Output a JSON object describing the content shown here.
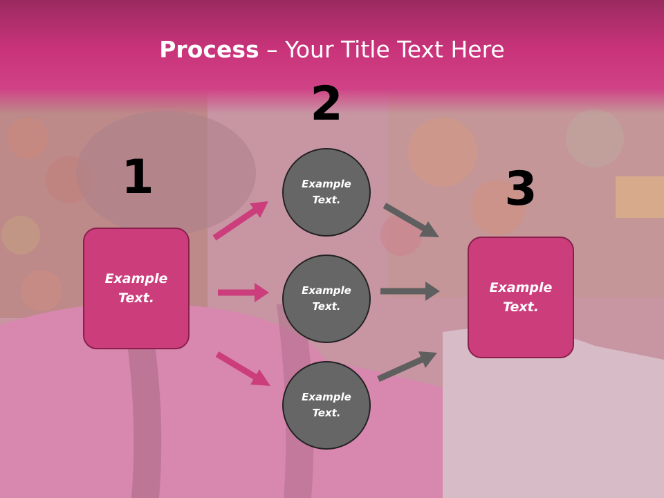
{
  "title": {
    "bold": "Process",
    "rest": " – Your Title Text Here"
  },
  "steps": [
    {
      "number": "1",
      "text": "Example\nText."
    },
    {
      "number": "2"
    },
    {
      "number": "3",
      "text": "Example\nText."
    }
  ],
  "circles": [
    {
      "text": "Example\nText."
    },
    {
      "text": "Example\nText."
    },
    {
      "text": "Example\nText."
    }
  ],
  "colors": {
    "box_fill": "#cc3d7c",
    "circle_fill": "#666666",
    "pink_arrow": "#cc3d7c",
    "gray_arrow": "#5f5f5f",
    "title_bar": "#c8306f"
  }
}
